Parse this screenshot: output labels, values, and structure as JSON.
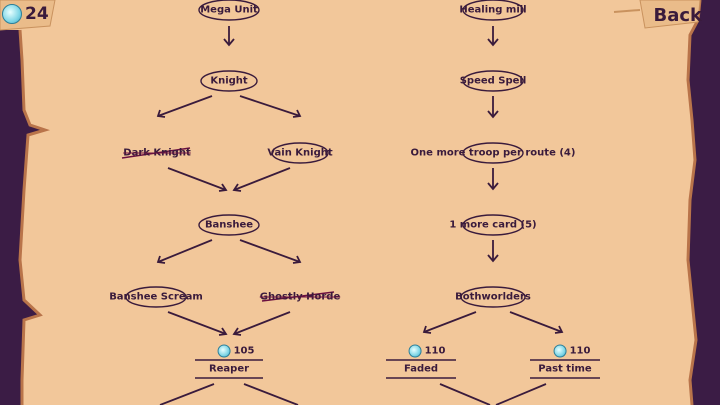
{
  "hud": {
    "currency": "24",
    "back_label": "Back",
    "currency_icon": "skull-gem-icon"
  },
  "left_tree": {
    "mega_unit": "Mega Unit",
    "knight": "Knight",
    "dark_knight": "Dark Knight",
    "vain_knight": "Vain Knight",
    "banshee": "Banshee",
    "banshee_scream": "Banshee Scream",
    "ghostly_horde": "Ghostly Horde",
    "reaper": "Reaper",
    "reaper_cost": "105"
  },
  "right_tree": {
    "healing_mill": "Healing mill",
    "speed_spell": "Speed Spell",
    "one_more_troop": "One more troop per route (4)",
    "one_more_card": "1 more card (5)",
    "bothworlders": "Bothworlders",
    "faded": "Faded",
    "faded_cost": "110",
    "past_time": "Past time",
    "past_time_cost": "110"
  },
  "colors": {
    "parchment": "#f2c79a",
    "border": "#3b1c45",
    "ink": "#3a1b3c",
    "accent": "#6a1040"
  }
}
